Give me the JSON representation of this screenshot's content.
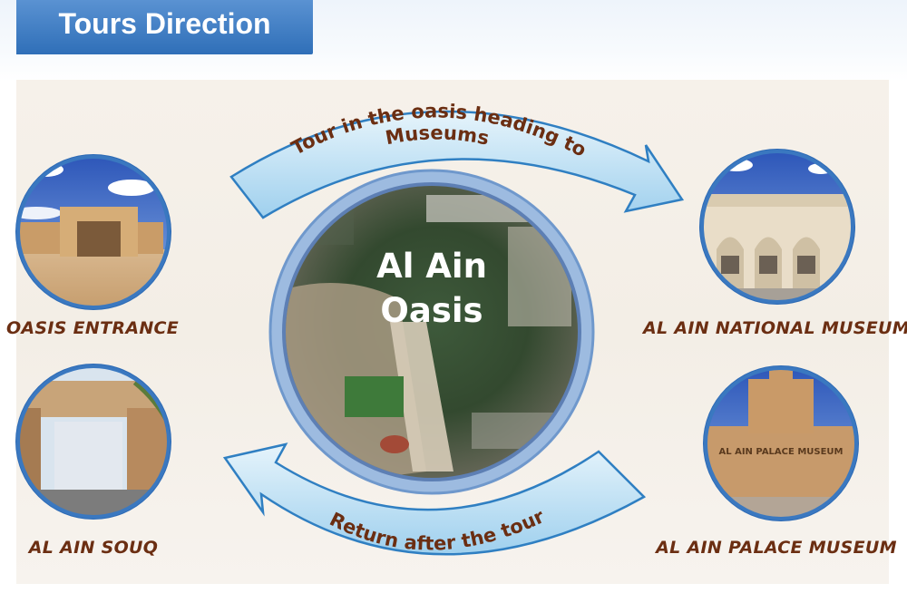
{
  "title": "Tours Direction",
  "center": {
    "line1": "Al Ain",
    "line2": "Oasis"
  },
  "arrows": {
    "top_line1": "Tour in the oasis heading to",
    "top_line2": "Museums",
    "bottom": "Return after the tour"
  },
  "locations": {
    "oasis_entrance": "OASIS ENTRANCE",
    "al_ain_souq": "AL AIN SOUQ",
    "national_museum": "AL AIN NATIONAL MUSEUM",
    "palace_museum": "AL AIN PALACE MUSEUM"
  },
  "photo_signs": {
    "palace_sign": "AL AIN PALACE MUSEUM"
  },
  "colors": {
    "title_bg": "#2f6fb8",
    "arrow_fill": "#bfe1f4",
    "arrow_stroke": "#2f7fc2",
    "label_text": "#6b2e12",
    "ring": "#8fb0d8"
  }
}
